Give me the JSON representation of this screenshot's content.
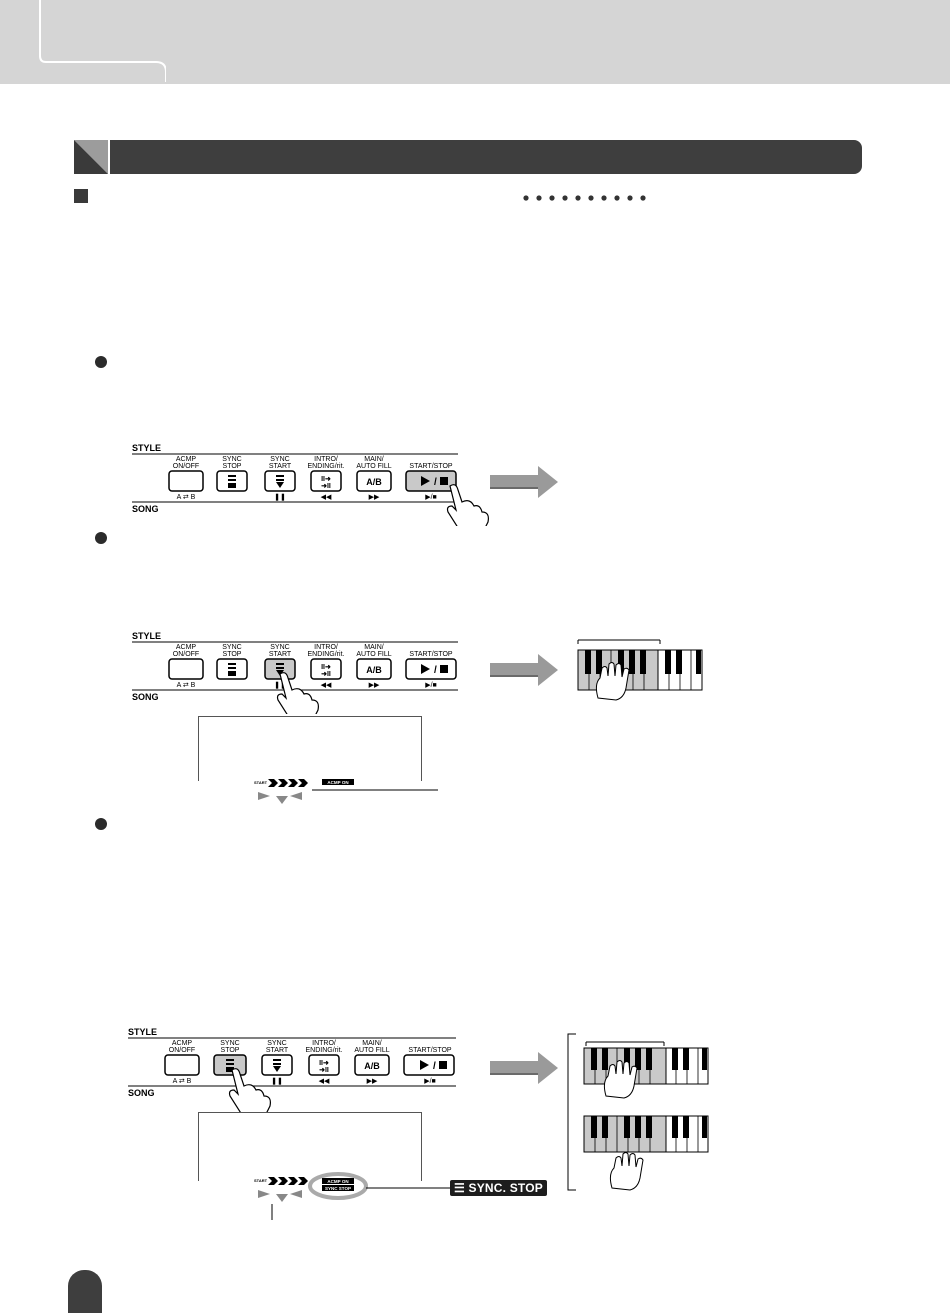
{
  "panel": {
    "style_label": "STYLE",
    "song_label": "SONG",
    "buttons": [
      {
        "top": "ACMP",
        "bottom": "ON/OFF",
        "under": "A ⇄ B"
      },
      {
        "top": "SYNC",
        "bottom": "STOP",
        "under": ""
      },
      {
        "top": "SYNC",
        "bottom": "START",
        "under": "❚❚"
      },
      {
        "top": "INTRO/",
        "bottom": "ENDING/rit.",
        "under": "◀◀"
      },
      {
        "top": "MAIN/",
        "bottom": "AUTO FILL",
        "under": "▶▶"
      },
      {
        "top": "",
        "bottom": "START/STOP",
        "under": "▶/■"
      }
    ],
    "ab_label": "A/B"
  },
  "display": {
    "acmp_on": "ACMP ON",
    "sync_stop_small": "SYNC STOP"
  },
  "callout": {
    "sync_stop_label": "SYNC. STOP"
  },
  "colors": {
    "section_bar": "#3e3e3e",
    "header_band": "#d5d5d5",
    "highlight_button": "#c9c9c9",
    "arrow": "#9a9a9a"
  }
}
